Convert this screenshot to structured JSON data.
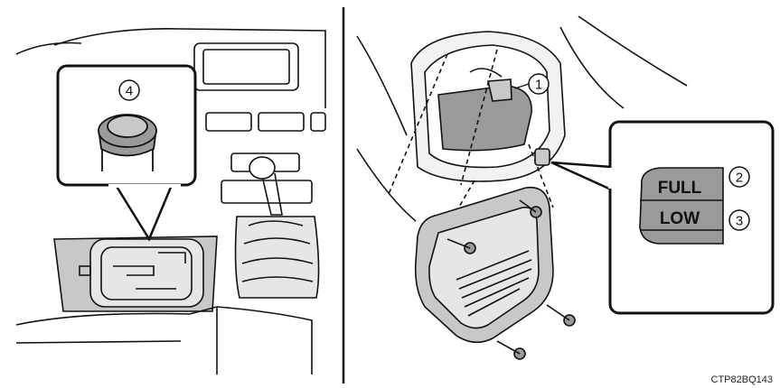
{
  "callouts": {
    "c1": "1",
    "c2": "2",
    "c3": "3",
    "c4": "4"
  },
  "gauge": {
    "full": "FULL",
    "low": "LOW"
  },
  "figure_code": "CTP82BQ143",
  "colors": {
    "line": "#111111",
    "fill_light": "#e6e6e6",
    "fill_mid": "#c8c8c8",
    "fill_dark": "#9a9a9a"
  }
}
